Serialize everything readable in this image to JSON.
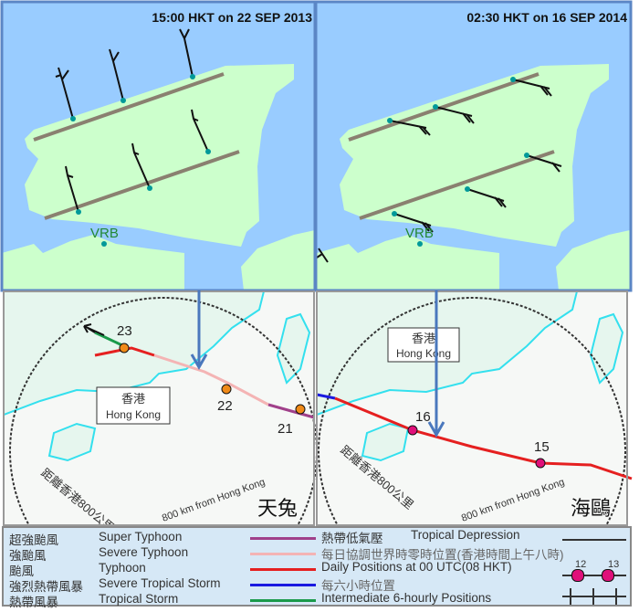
{
  "panels": [
    {
      "timestamp": "15:00 HKT on 22 SEP 2013",
      "station": "VRB",
      "typhoon_name": "天兔",
      "positions": [
        "23",
        "22",
        "21"
      ]
    },
    {
      "timestamp": "02:30 HKT on 16 SEP 2014",
      "station": "VRB",
      "typhoon_name": "海鷗",
      "positions": [
        "16",
        "15"
      ]
    }
  ],
  "map_labels": {
    "hk_zh": "香港",
    "hk_en": "Hong Kong",
    "ring_zh": "距離香港800公里",
    "ring_en": "800 km from Hong Kong"
  },
  "legend": {
    "categories": [
      {
        "zh": "超強颱風",
        "en": "Super Typhoon",
        "color": "#a0408a"
      },
      {
        "zh": "強颱風",
        "en": "Severe Typhoon",
        "color": "#f4b4b4"
      },
      {
        "zh": "颱風",
        "en": "Typhoon",
        "color": "#e52020"
      },
      {
        "zh": "強烈熱帶風暴",
        "en": "Severe Tropical Storm",
        "color": "#1a1ae0"
      },
      {
        "zh": "熱帶風暴",
        "en": "Tropical Storm",
        "color": "#1a9a4a"
      }
    ],
    "td_zh": "熱帶低氣壓",
    "td_en": "Tropical Depression",
    "daily_zh": "每日協調世界時零時位置(香港時間上午八時)",
    "daily_en": "Daily Positions at 00 UTC(08 HKT)",
    "six_zh": "每六小時位置",
    "six_en": "Intermediate 6-hourly Positions",
    "sample_days": [
      "12",
      "13"
    ]
  }
}
